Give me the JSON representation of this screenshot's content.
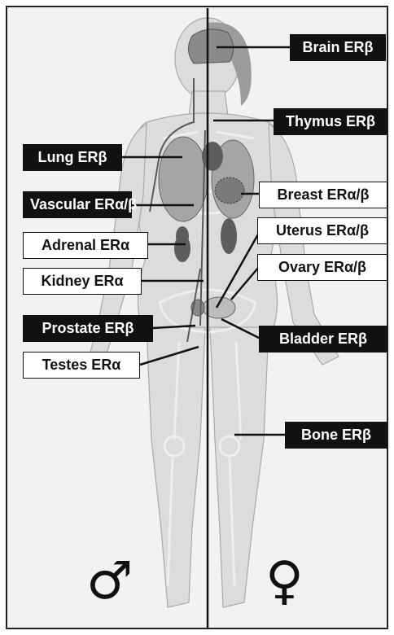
{
  "labels": {
    "brain": "Brain ERβ",
    "thymus": "Thymus ERβ",
    "lung": "Lung ERβ",
    "breast": "Breast ERα/β",
    "vascular": "Vascular ERα/β",
    "uterus": "Uterus ERα/β",
    "adrenal": "Adrenal ERα",
    "ovary": "Ovary ERα/β",
    "kidney": "Kidney ERα",
    "prostate": "Prostate ERβ",
    "bladder": "Bladder ERβ",
    "testes": "Testes ERα",
    "bone": "Bone ERβ"
  },
  "symbols": {
    "male": "♂",
    "female": "♀"
  }
}
